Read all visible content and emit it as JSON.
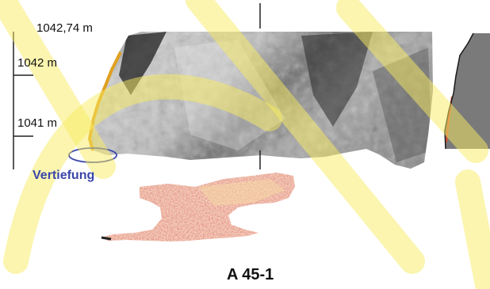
{
  "figure": {
    "id_label": "A 45-1",
    "elevation_labels": {
      "top": "1042,74 m",
      "middle": "1042 m",
      "lower": "1041 m"
    },
    "feature_label": "Vertiefung"
  },
  "colors": {
    "axis": "#222222",
    "feature_label": "#3a46a8",
    "feature_ellipse": "#3a46a8",
    "relief_light": "#d6d6d6",
    "relief_dark": "#3a3a3a",
    "edge_highlight": "#e0a020",
    "section_fill": "#7a7a7a",
    "section_edge": "#e05030",
    "texture_base": "#f3c9b8",
    "texture_dark": "#c0463a",
    "texture_light": "#f6d9a6",
    "watermark": "#f7ec60"
  }
}
